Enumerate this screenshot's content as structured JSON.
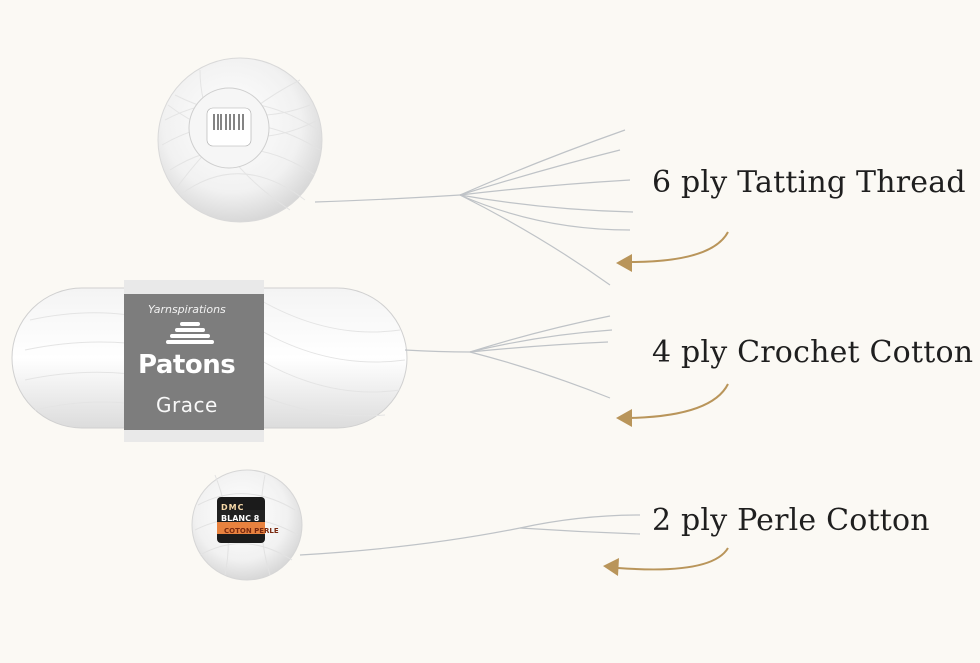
{
  "labels": [
    {
      "id": "six-ply",
      "text": "6 ply Tatting Thread"
    },
    {
      "id": "four-ply",
      "text": "4 ply Crochet Cotton"
    },
    {
      "id": "two-ply",
      "text": "2 ply Perle Cotton"
    }
  ],
  "skein_label": {
    "maker": "Yarnspirations",
    "brand": "Patons",
    "line": "Grace"
  },
  "perle_tag": {
    "brand": "DMC",
    "color": "BLANC",
    "size": "8",
    "type": "COTON PERLE"
  },
  "colors": {
    "background": "#fbf9f4",
    "arrow": "#b9955a",
    "label_band": "#7d7d7d",
    "text": "#1f1f1f"
  }
}
